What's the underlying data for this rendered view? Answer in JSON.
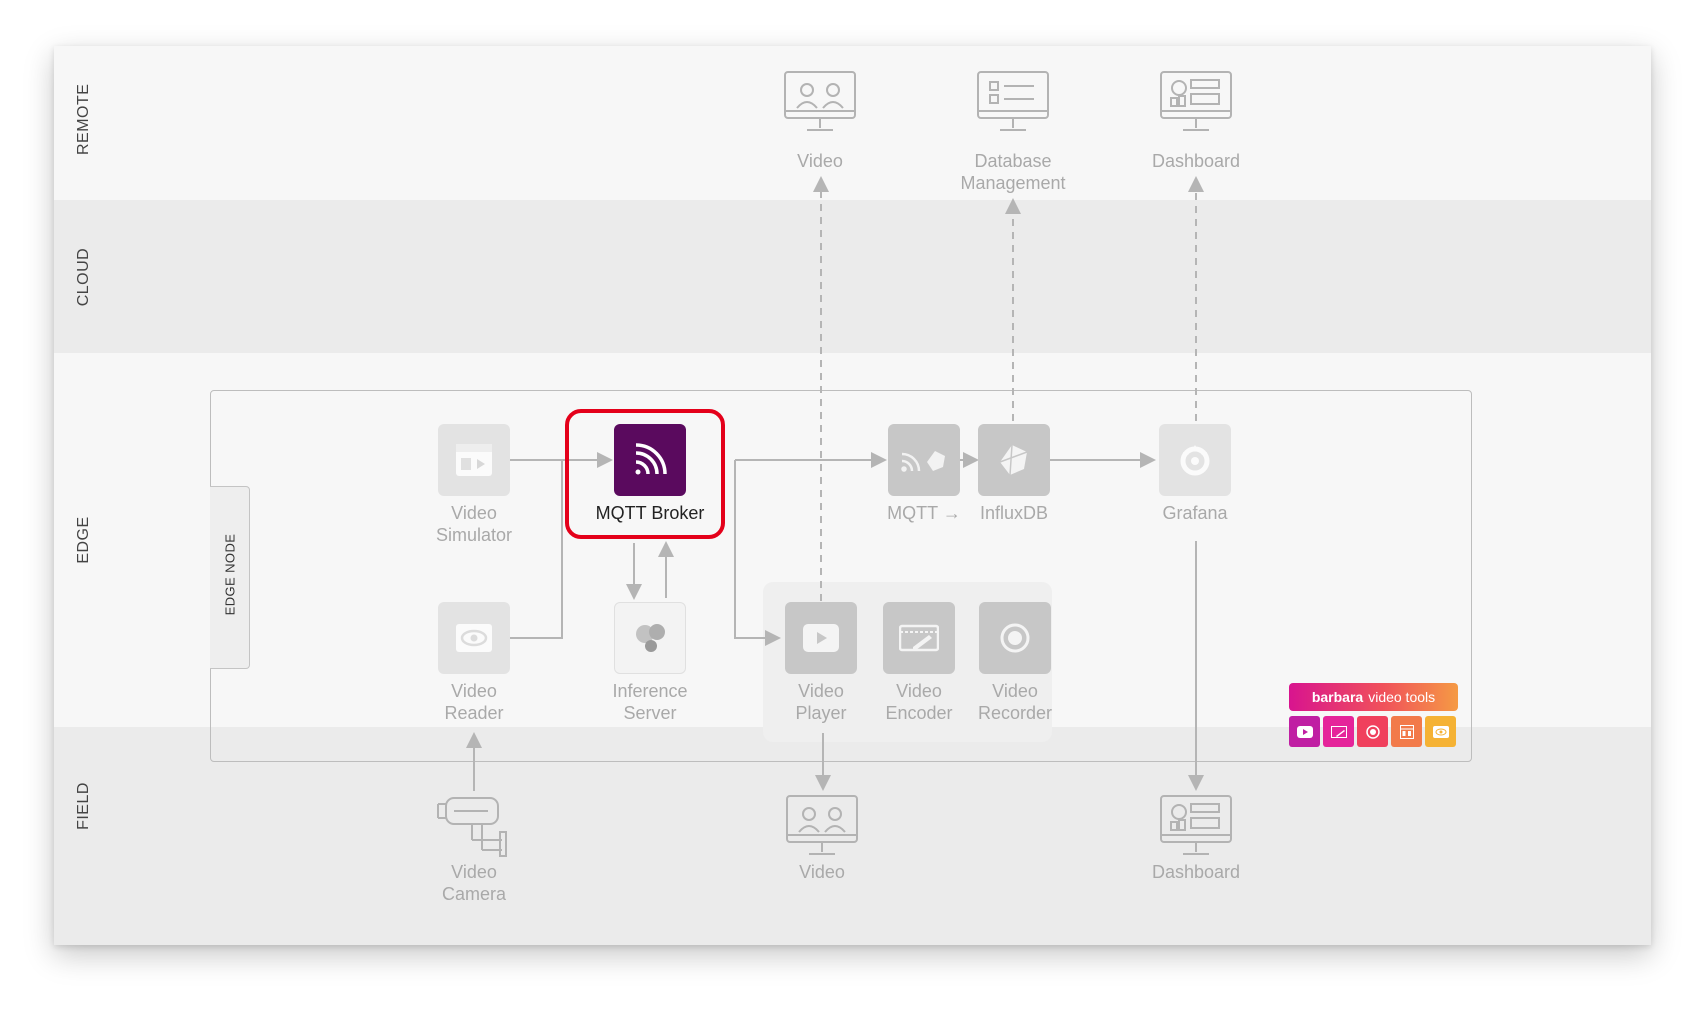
{
  "bands": [
    {
      "label": "REMOTE"
    },
    {
      "label": "CLOUD"
    },
    {
      "label": "EDGE"
    },
    {
      "label": "FIELD"
    }
  ],
  "edge_node_label": "EDGE NODE",
  "nodes": {
    "video_simulator": "Video\nSimulator",
    "mqtt_broker": "MQTT Broker",
    "mqtt_influx": "MQTT →",
    "influxdb": "InfluxDB",
    "grafana": "Grafana",
    "video_reader": "Video\nReader",
    "inference_server": "Inference\nServer",
    "video_player": "Video\nPlayer",
    "video_encoder": "Video\nEncoder",
    "video_recorder": "Video\nRecorder"
  },
  "remote": {
    "video": "Video",
    "database_management": "Database\nManagement",
    "dashboard": "Dashboard"
  },
  "field": {
    "video_camera": "Video\nCamera",
    "video": "Video",
    "dashboard": "Dashboard"
  },
  "badge": {
    "brand": "barbara",
    "product": "video tools",
    "squares": [
      {
        "icon": "play-icon",
        "color": "#c01fa3"
      },
      {
        "icon": "encoder-icon",
        "color": "#e5249a"
      },
      {
        "icon": "record-icon",
        "color": "#f0405d"
      },
      {
        "icon": "simulator-icon",
        "color": "#f27a4a"
      },
      {
        "icon": "eye-icon",
        "color": "#f5b234"
      }
    ]
  },
  "colors": {
    "highlight": "#e4001a",
    "mqtt_broker": "#5a0a5e"
  }
}
